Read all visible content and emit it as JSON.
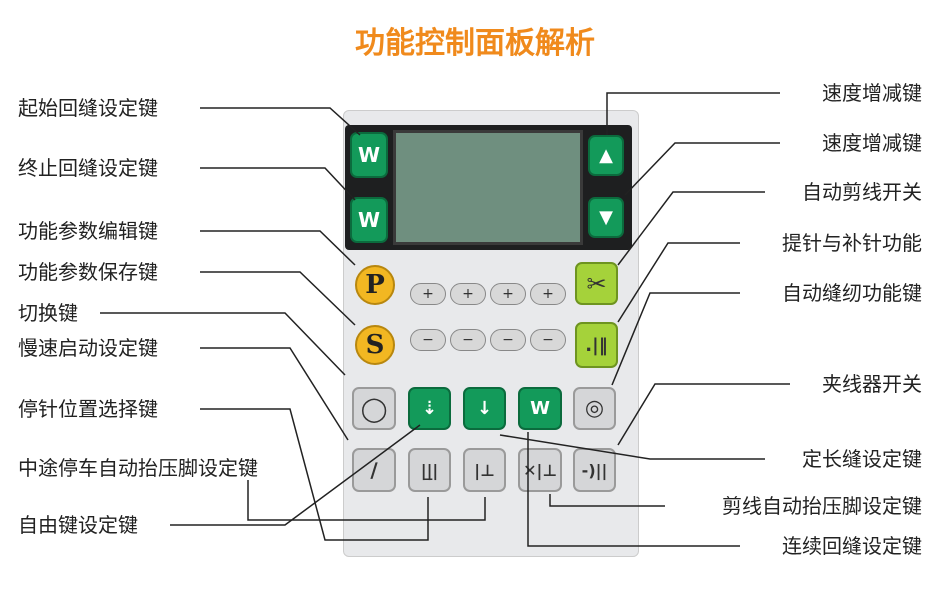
{
  "title": "功能控制面板解析",
  "left_labels": [
    "起始回缝设定键",
    "终止回缝设定键",
    "功能参数编辑键",
    "功能参数保存键",
    "切换键",
    "慢速启动设定键",
    "停针位置选择键",
    "中途停车自动抬压脚设定键",
    "自由键设定键"
  ],
  "right_labels": [
    "速度增减键",
    "速度增减键",
    "自动剪线开关",
    "提针与补针功能",
    "自动缝纫功能键",
    "夹线器开关",
    "定长缝设定键",
    "剪线自动抬压脚设定键",
    "连续回缝设定键"
  ],
  "panel": {
    "p_key": "P",
    "s_key": "S",
    "plus": "+",
    "minus": "−",
    "up": "▲",
    "down": "▼",
    "scissors": "✂",
    "colors": {
      "green": "#139a5a",
      "yellow": "#f2b722",
      "lime": "#a5d23a",
      "lcd": "#6f8f7f",
      "title": "#f08a1c"
    }
  }
}
